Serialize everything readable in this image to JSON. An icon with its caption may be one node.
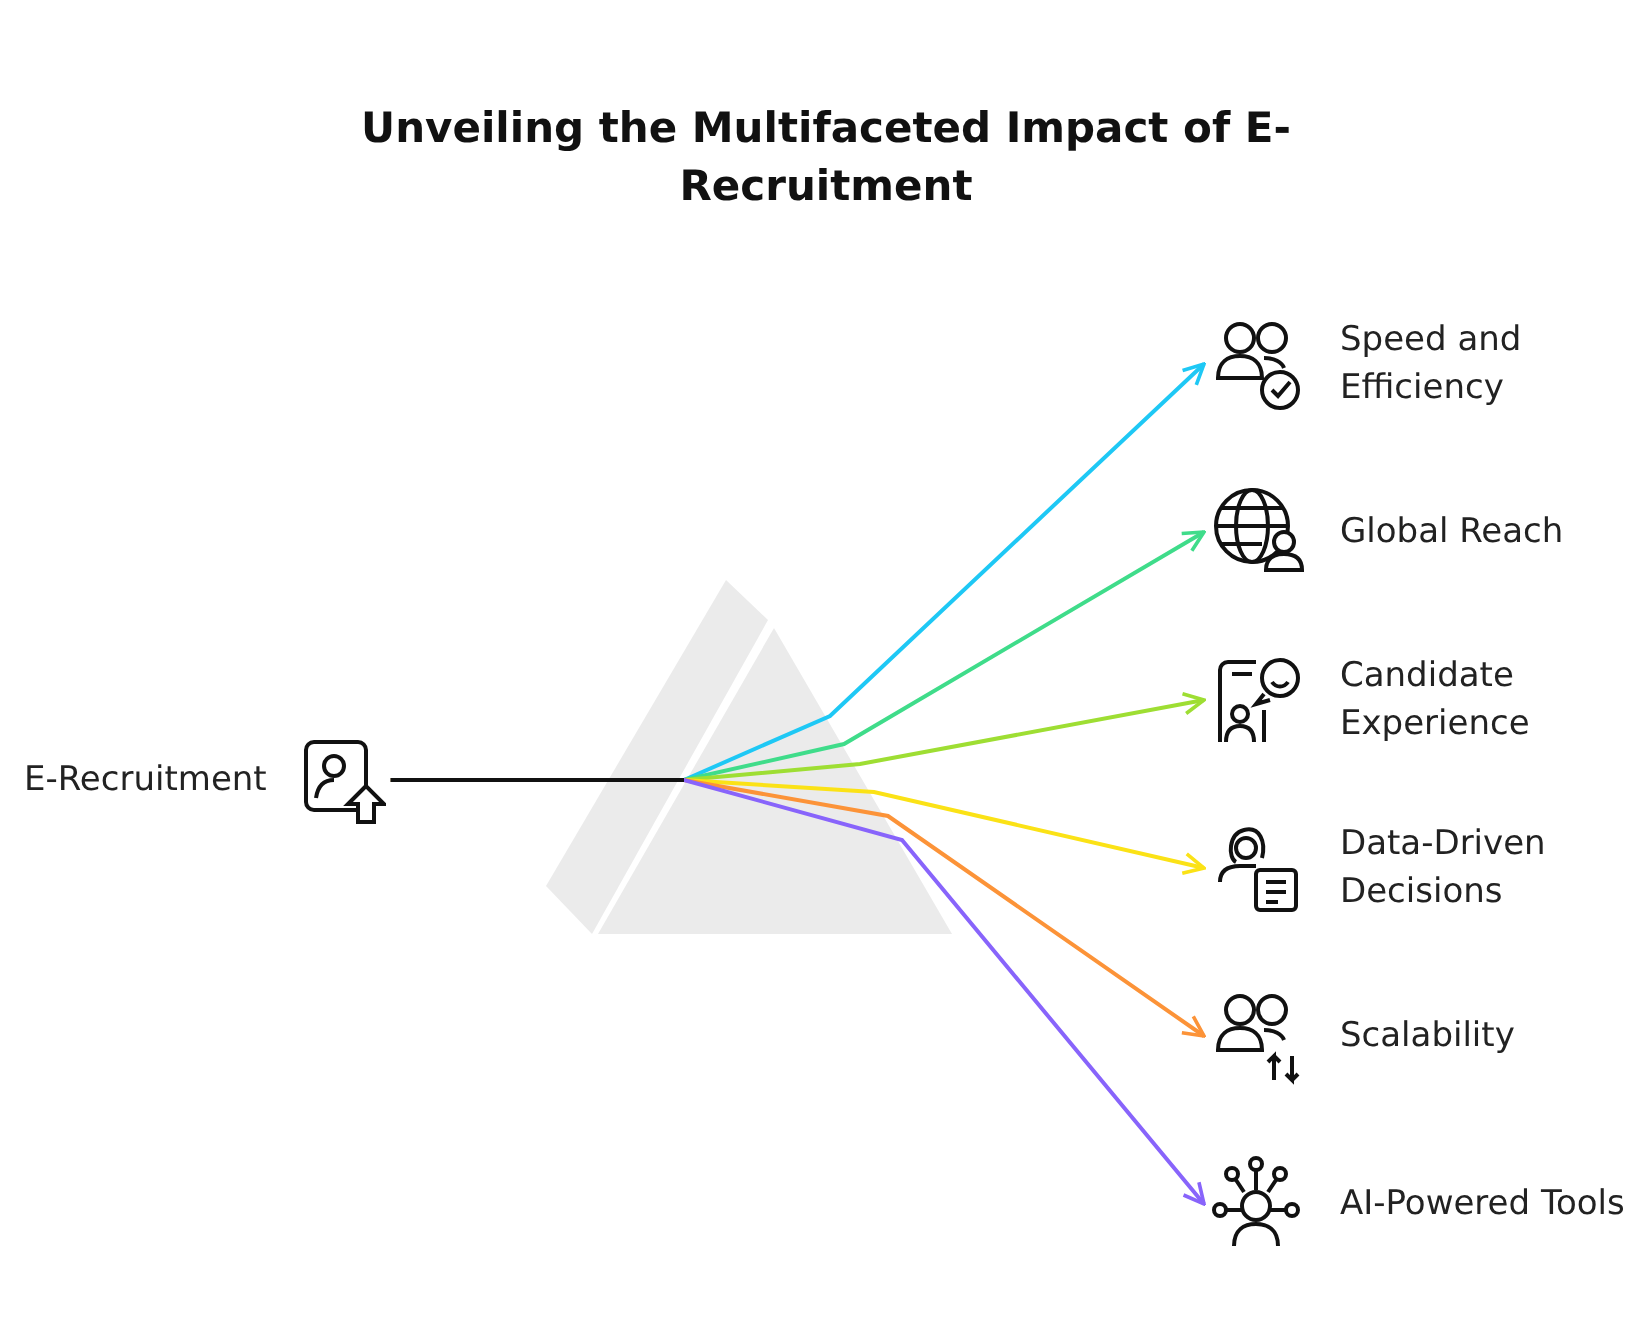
{
  "diagram": {
    "title": "Unveiling the Multifaceted Impact of E-Recruitment",
    "nodes": [
      {
        "text": [
          "E-Recruitment"
        ]
      },
      {
        "text": [
          "Speed and Efficiency"
        ]
      },
      {
        "text": [
          "Global Reach"
        ]
      },
      {
        "text": [
          "Candidate Experience"
        ]
      },
      {
        "text": [
          "Data-Driven Decisions"
        ]
      },
      {
        "text": [
          "Scalability"
        ]
      },
      {
        "text": [
          "AI-Powered Tools"
        ]
      }
    ],
    "edges": [
      {
        "from": 0,
        "to": 1,
        "arrow": "to",
        "color": "#1ec8f5"
      },
      {
        "from": 0,
        "to": 2,
        "arrow": "to",
        "color": "#3fdc8a"
      },
      {
        "from": 0,
        "to": 3,
        "arrow": "to",
        "color": "#9ede33"
      },
      {
        "from": 0,
        "to": 4,
        "arrow": "to",
        "color": "#fbe216"
      },
      {
        "from": 0,
        "to": 5,
        "arrow": "to",
        "color": "#fc9338"
      },
      {
        "from": 0,
        "to": 6,
        "arrow": "to",
        "color": "#8864fb"
      }
    ]
  }
}
